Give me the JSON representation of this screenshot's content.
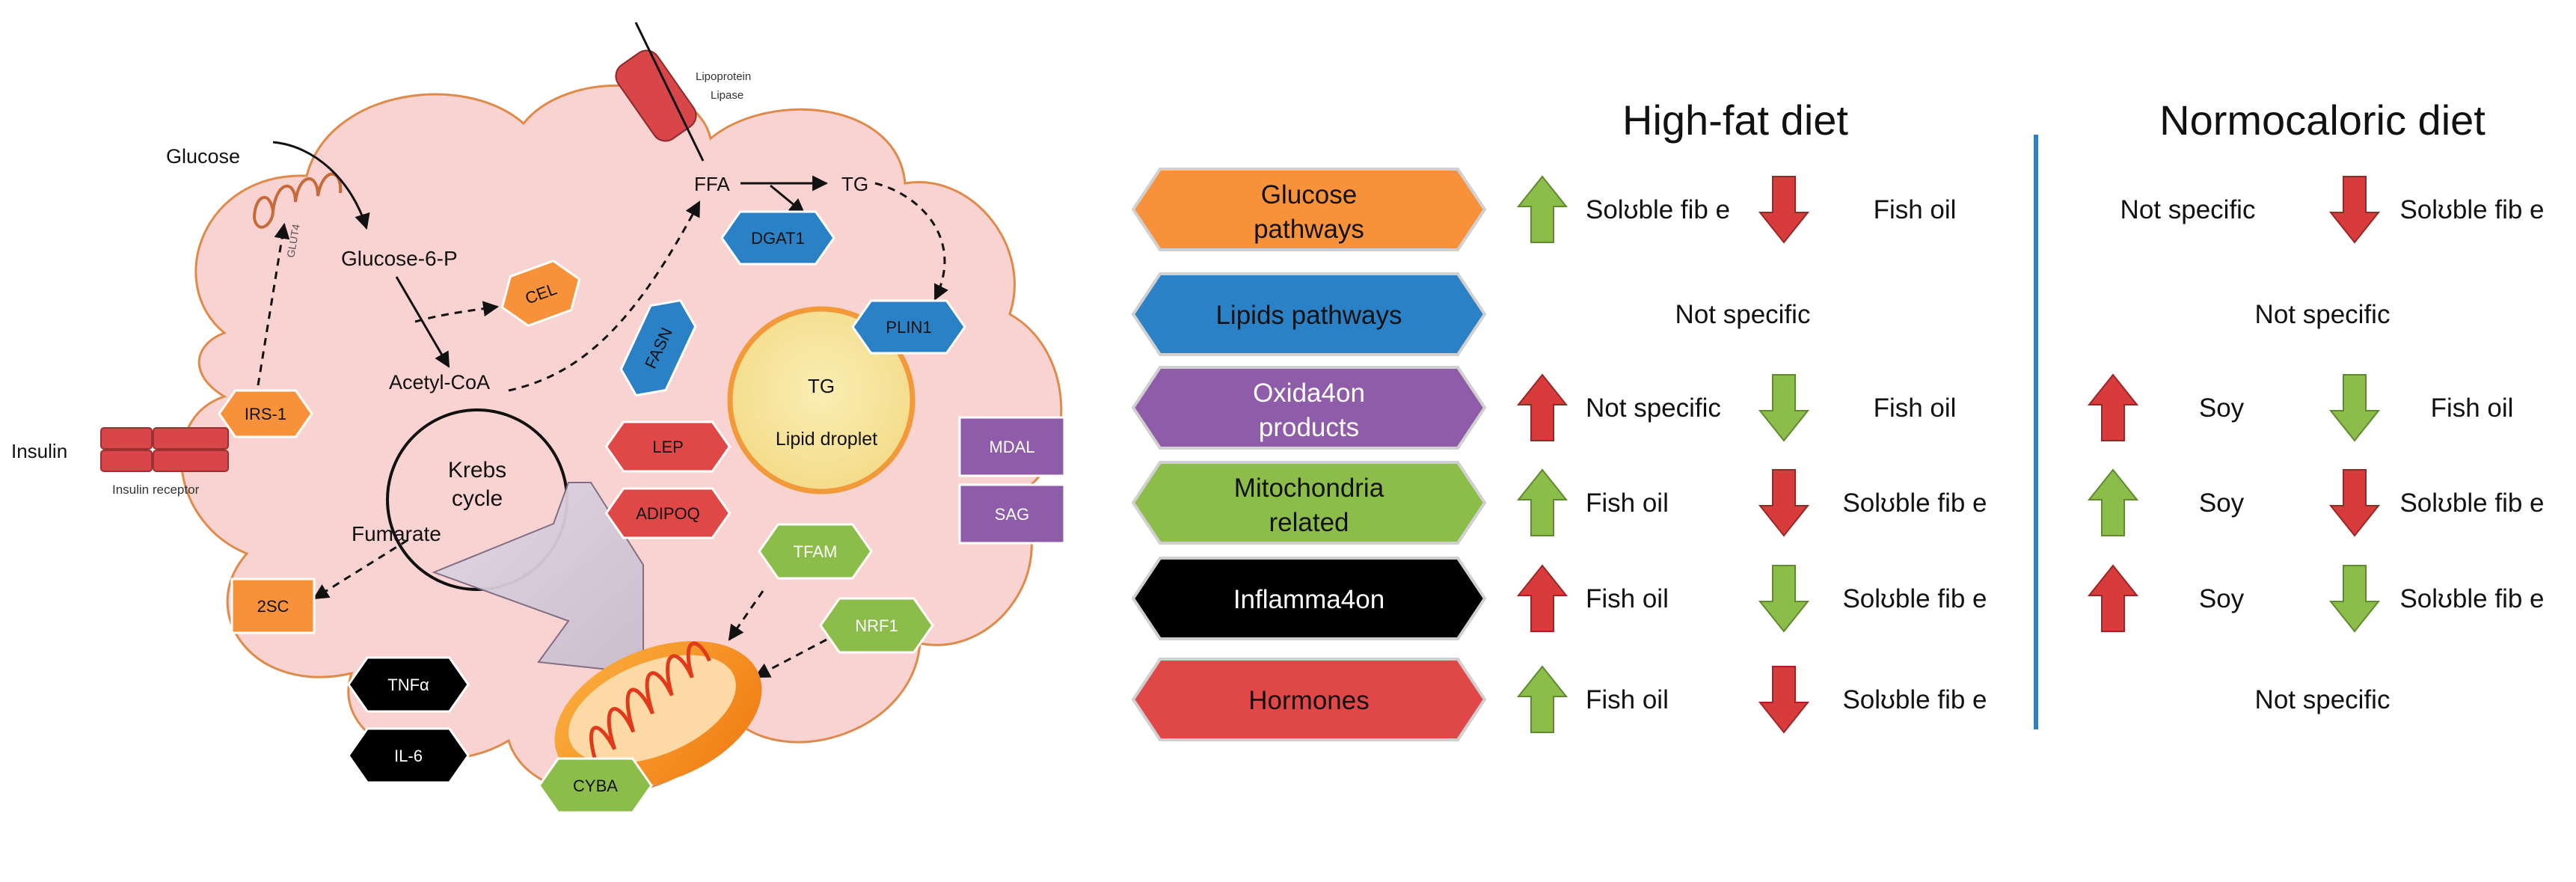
{
  "cell": {
    "glucose": "Glucose",
    "glut4": "GLUT4",
    "glucose6p": "Glucose-6-P",
    "acetylcoa": "Acetyl-CoA",
    "insulin": "Insulin",
    "insulin_receptor": "Insulin receptor",
    "krebs_line1": "Krebs",
    "krebs_line2": "cycle",
    "fumarate": "Fumarate",
    "ffa": "FFA",
    "tg": "TG",
    "lipoprotein_line1": "Lipoprotein",
    "lipoprotein_line2": "Lipase",
    "droplet_tg": "TG",
    "droplet_label": "Lipid droplet",
    "genes": {
      "irs1": "IRS-1",
      "cel": "CEL",
      "twosc": "2SC",
      "dgat1": "DGAT1",
      "fasn": "FASN",
      "plin1": "PLIN1",
      "lep": "LEP",
      "adipoq": "ADIPOQ",
      "mdal": "MDAL",
      "sag": "SAG",
      "tfam": "TFAM",
      "nrf1": "NRF1",
      "cyba": "CYBA",
      "tnfa": "TNFα",
      "il6": "IL-6"
    }
  },
  "table": {
    "headers": {
      "high_fat": "High-fat diet",
      "normocaloric": "Normocaloric diet"
    },
    "categories": [
      {
        "line1": "Glucose",
        "line2": "pathways",
        "color": "#f7923a",
        "text_color": "#111111"
      },
      {
        "line1": "Lipids pathways",
        "line2": "",
        "color": "#2a81c6",
        "text_color": "#111111"
      },
      {
        "line1": "Oxida4on",
        "line2": "products",
        "color": "#8e5ca9",
        "text_color": "#ffffff"
      },
      {
        "line1": "Mitochondria",
        "line2": "related",
        "color": "#8cbd4a",
        "text_color": "#111111"
      },
      {
        "line1": "Inflamma4on",
        "line2": "",
        "color": "#000000",
        "text_color": "#ffffff"
      },
      {
        "line1": "Hormones",
        "line2": "",
        "color": "#e04848",
        "text_color": "#111111"
      }
    ],
    "high_fat_rows": [
      {
        "type": "pair",
        "up_label": "Solʊble fib e",
        "down_label": "Fish oil",
        "up_color": "green",
        "down_color": "red"
      },
      {
        "type": "single",
        "label": "Not specific"
      },
      {
        "type": "pair",
        "up_label": "Not specific",
        "down_label": "Fish oil",
        "up_color": "red",
        "down_color": "green"
      },
      {
        "type": "pair",
        "up_label": "Fish oil",
        "down_label": "Solʊble fib e",
        "up_color": "green",
        "down_color": "red"
      },
      {
        "type": "pair",
        "up_label": "Fish oil",
        "down_label": "Solʊble fib e",
        "up_color": "red",
        "down_color": "green"
      },
      {
        "type": "pair",
        "up_label": "Fish oil",
        "down_label": "Solʊble fib e",
        "up_color": "green",
        "down_color": "red"
      }
    ],
    "normocaloric_rows": [
      {
        "type": "down_only",
        "left_label": "Not specific",
        "down_label": "Solʊble fib e",
        "down_color": "red"
      },
      {
        "type": "single",
        "label": "Not specific"
      },
      {
        "type": "pair",
        "up_label": "Soy",
        "down_label": "Fish oil",
        "up_color": "red",
        "down_color": "green"
      },
      {
        "type": "pair",
        "up_label": "Soy",
        "down_label": "Solʊble fib e",
        "up_color": "green",
        "down_color": "red"
      },
      {
        "type": "pair",
        "up_label": "Soy",
        "down_label": "Solʊble fib e",
        "up_color": "red",
        "down_color": "green"
      },
      {
        "type": "single",
        "label": "Not specific"
      }
    ]
  },
  "colors": {
    "orange": "#f7923a",
    "blue": "#2a81c6",
    "purple": "#8e5ca9",
    "green": "#8cbd4a",
    "red": "#e04848",
    "black": "#000000",
    "cell_fill": "#f9d3d1",
    "cell_outline": "#e08a4a",
    "up_arrow_green": "#8cbd4a",
    "down_arrow_red": "#d83b3b",
    "divider": "#2a81c6"
  }
}
